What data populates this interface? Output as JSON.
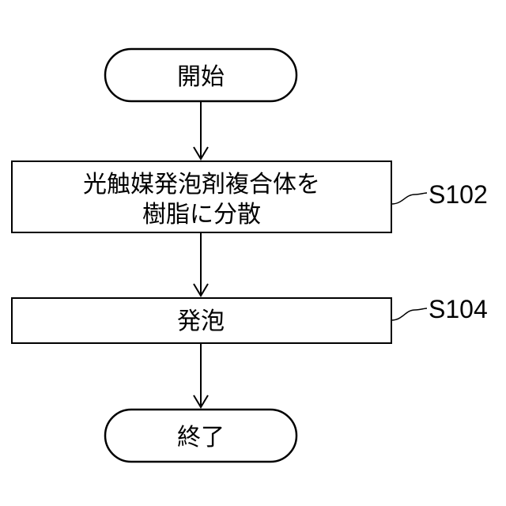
{
  "flowchart": {
    "start": {
      "label": "開始"
    },
    "steps": [
      {
        "id": "S102",
        "lines": [
          "光触媒発泡剤複合体を",
          "樹脂に分散"
        ]
      },
      {
        "id": "S104",
        "lines": [
          "発泡"
        ]
      }
    ],
    "end": {
      "label": "終了"
    }
  }
}
